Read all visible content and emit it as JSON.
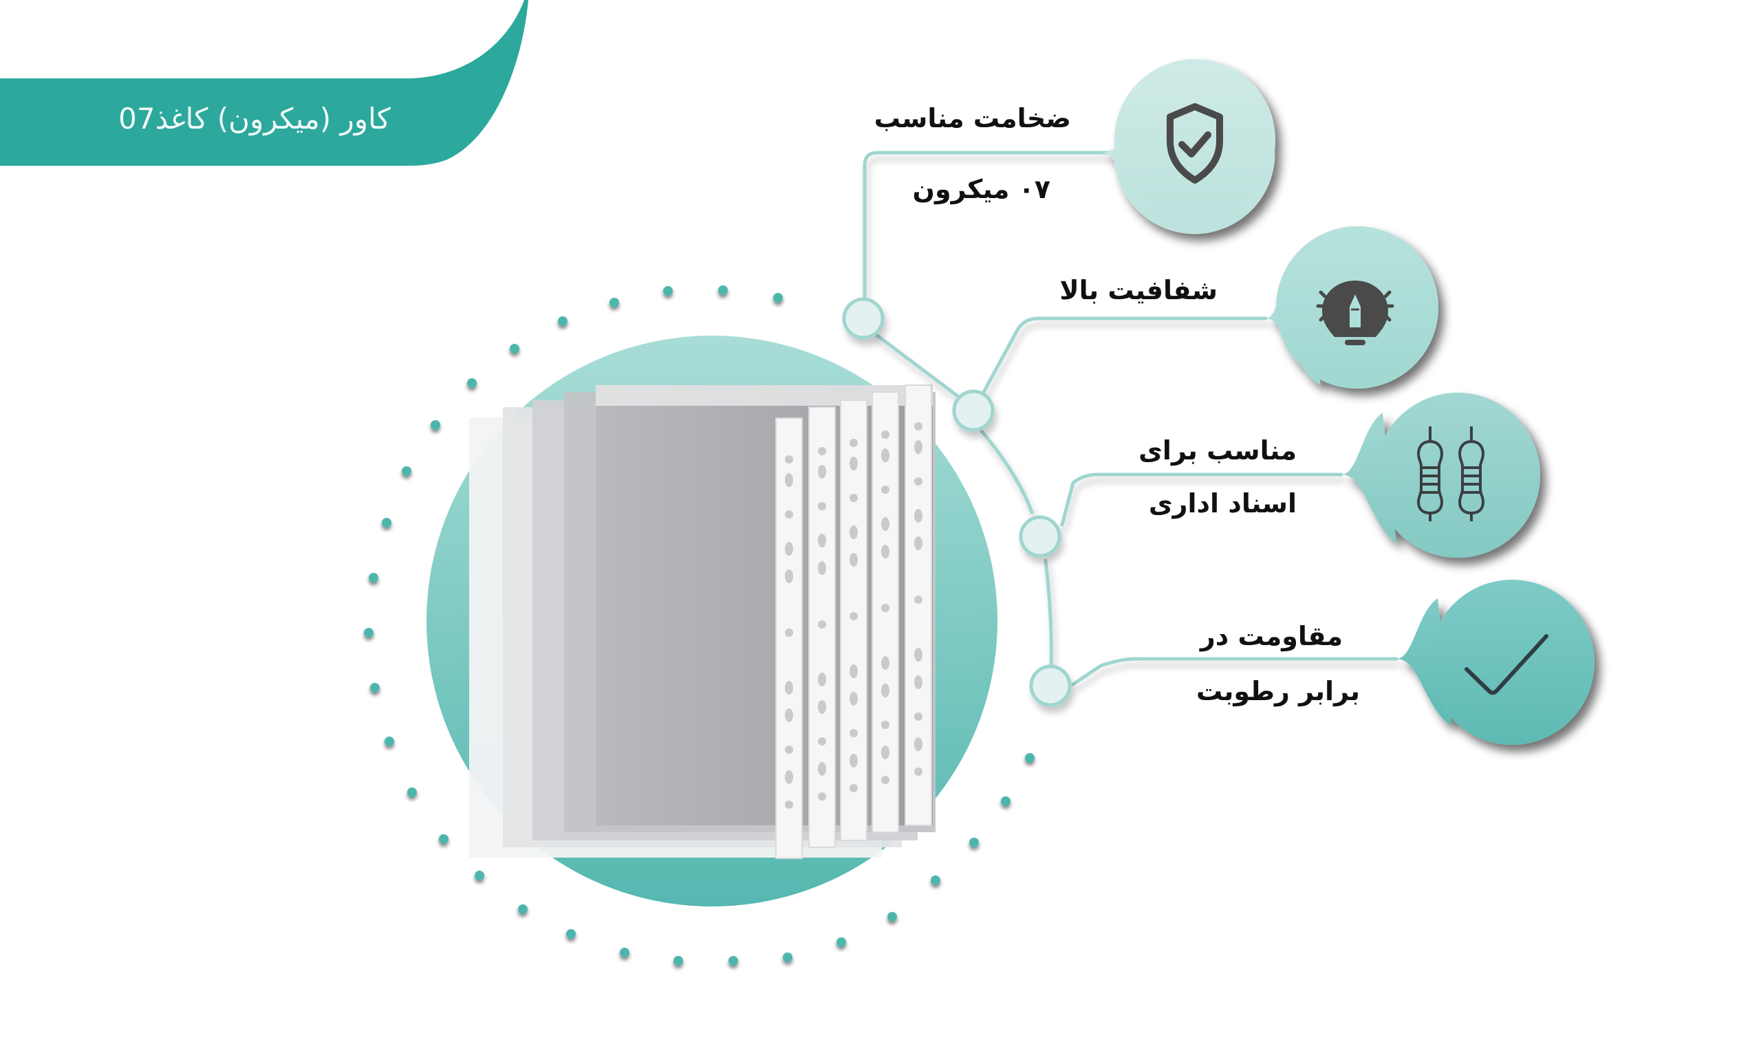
{
  "banner": {
    "title": "کاور (میکرون) کاغذ07",
    "color": "#2ca89c"
  },
  "product": {
    "name": "sheet-protector-stack",
    "sheet_count": 5
  },
  "features": [
    {
      "id": "thickness",
      "line1": "ضخامت مناسب",
      "line2": "۰۷ میکرون",
      "icon": "shield-check-icon",
      "circle_color": "#c6e6e1"
    },
    {
      "id": "transparency",
      "line1": "شفافیت بالا",
      "line2": "",
      "icon": "lightbulb-pencil-icon",
      "circle_color": "#aee0da"
    },
    {
      "id": "office-docs",
      "line1": "مناسب برای",
      "line2": "اسناد اداری",
      "icon": "resistor-pair-icon",
      "circle_color": "#93d0cb"
    },
    {
      "id": "moisture",
      "line1": "مقاومت در",
      "line2": "برابر رطوبت",
      "icon": "checkmark-icon",
      "circle_color": "#6cc2bd"
    }
  ],
  "colors": {
    "accent": "#2ca89c",
    "line": "#9fd6cf",
    "dot": "#4db6ac",
    "icon": "#4a4a4a"
  }
}
